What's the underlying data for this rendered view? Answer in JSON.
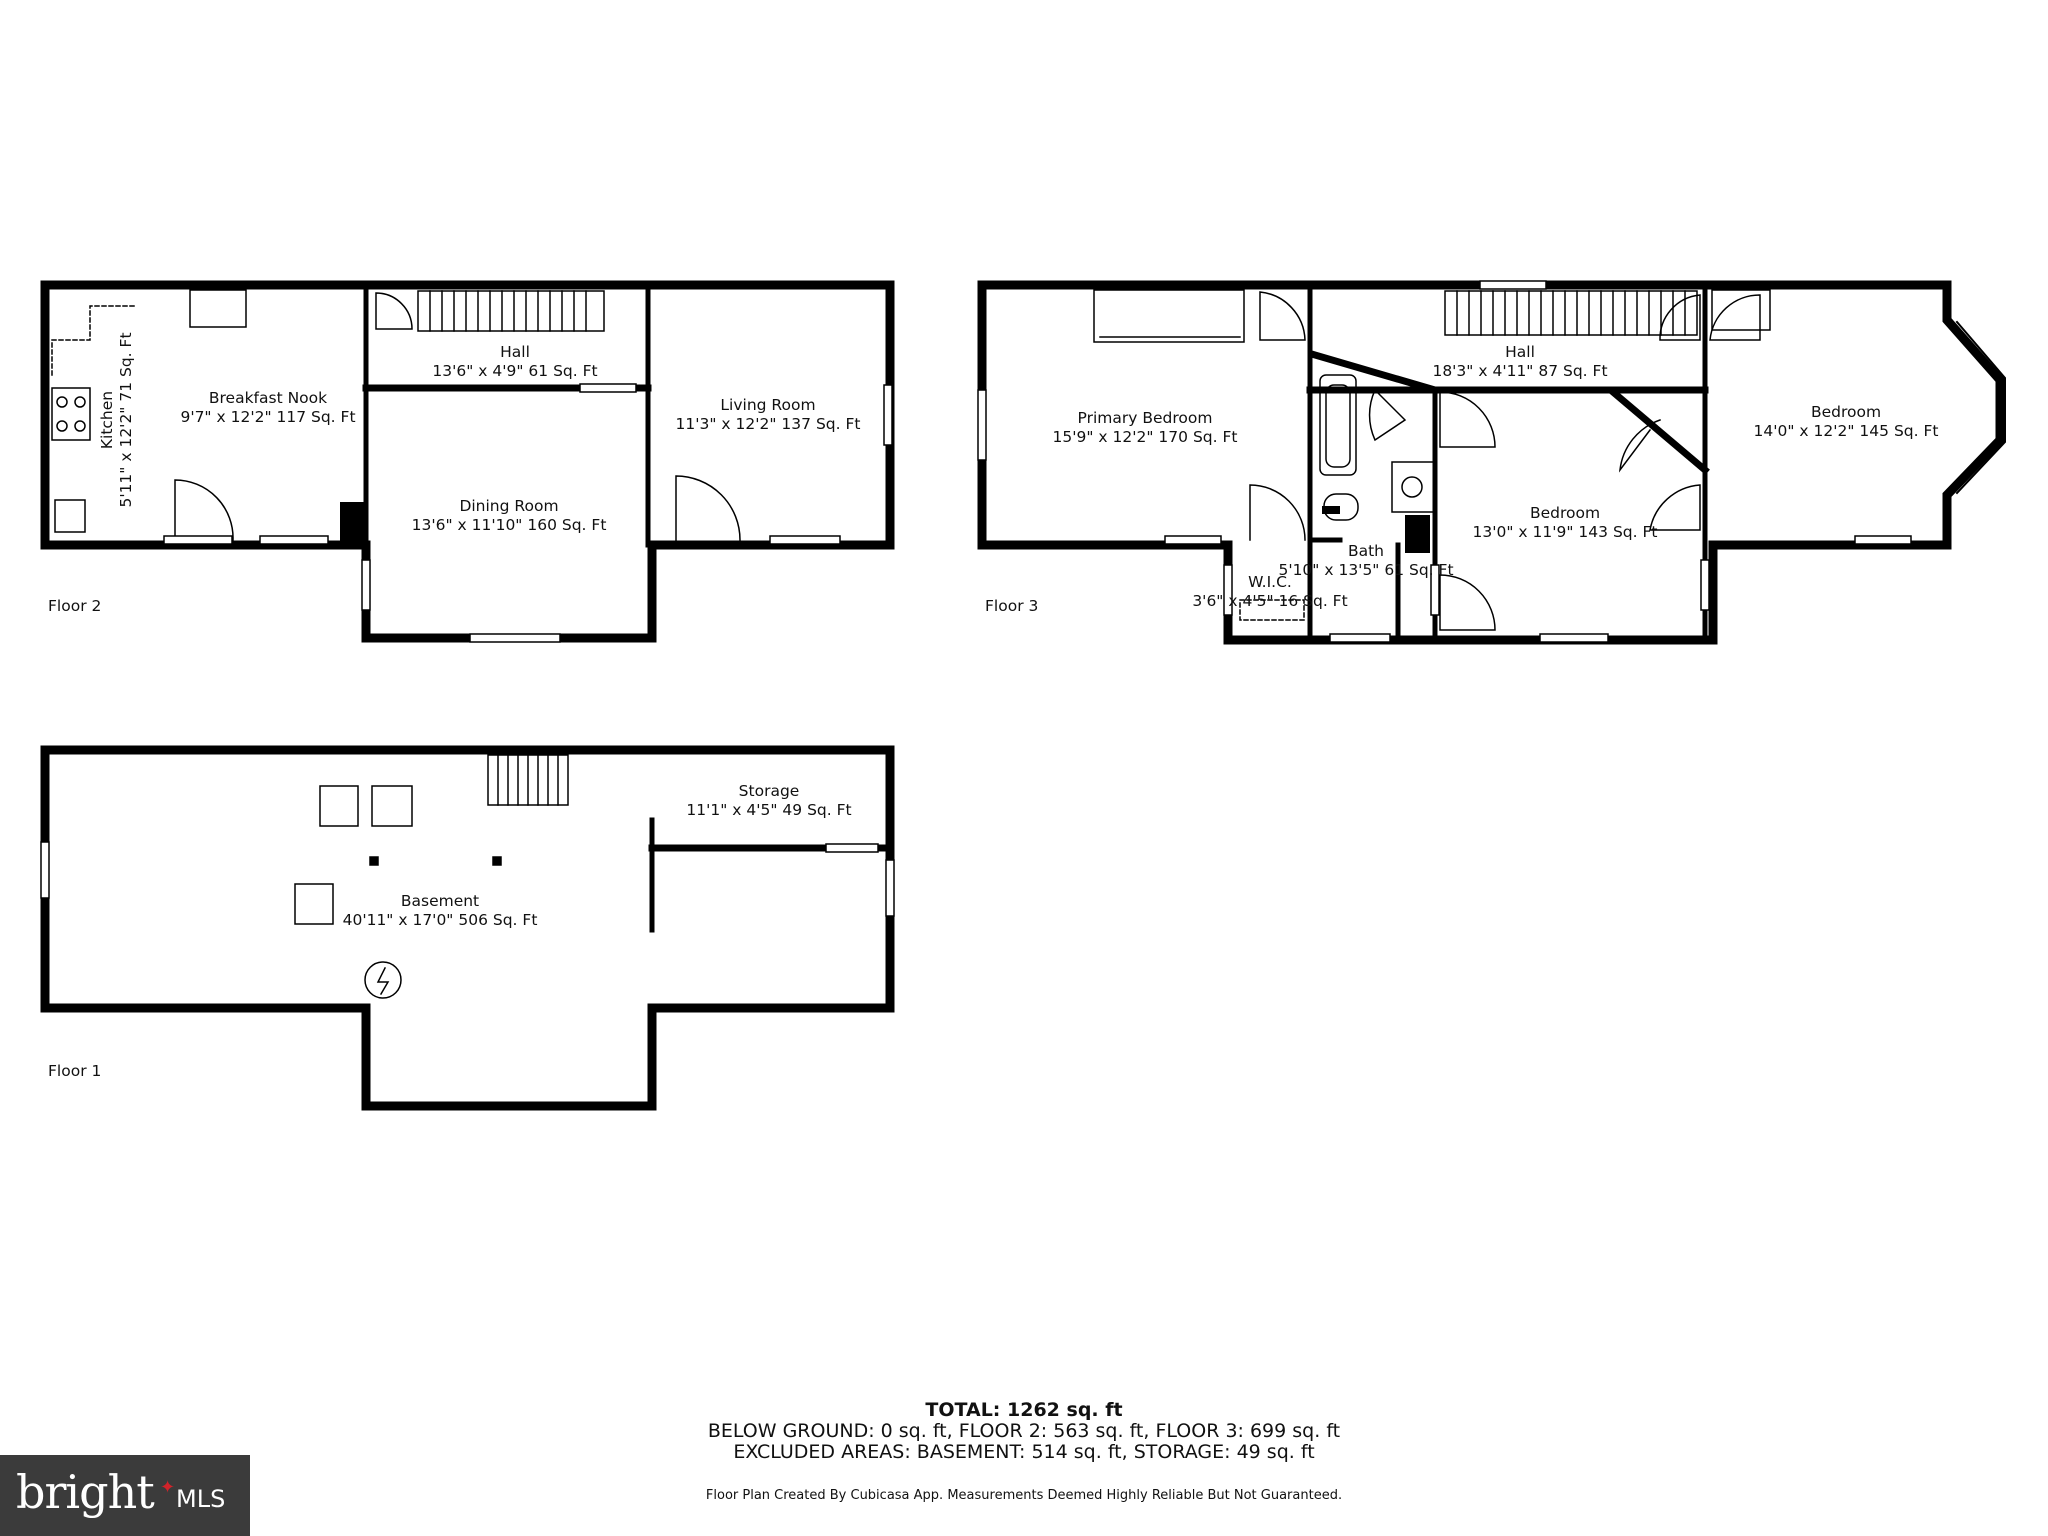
{
  "floors": [
    {
      "name": "Floor 2",
      "rooms": [
        {
          "name": "Kitchen",
          "dims": "5'11\" x 12'2\" 71 Sq. Ft"
        },
        {
          "name": "Breakfast Nook",
          "dims": "9'7\" x 12'2\" 117 Sq. Ft"
        },
        {
          "name": "Hall",
          "dims": "13'6\" x 4'9\" 61 Sq. Ft"
        },
        {
          "name": "Living Room",
          "dims": "11'3\" x 12'2\" 137 Sq. Ft"
        },
        {
          "name": "Dining Room",
          "dims": "13'6\" x 11'10\" 160 Sq. Ft"
        }
      ]
    },
    {
      "name": "Floor 3",
      "rooms": [
        {
          "name": "Primary Bedroom",
          "dims": "15'9\" x 12'2\" 170 Sq. Ft"
        },
        {
          "name": "Hall",
          "dims": "18'3\" x 4'11\" 87 Sq. Ft"
        },
        {
          "name": "Bedroom",
          "dims": "14'0\" x 12'2\" 145 Sq. Ft"
        },
        {
          "name": "Bedroom",
          "dims": "13'0\" x 11'9\" 143 Sq. Ft"
        },
        {
          "name": "Bath",
          "dims": "5'10\" x 13'5\" 61 Sq. Ft"
        },
        {
          "name": "W.I.C.",
          "dims": "3'6\" x 4'5\" 16 Sq. Ft"
        }
      ]
    },
    {
      "name": "Floor 1",
      "rooms": [
        {
          "name": "Storage",
          "dims": "11'1\" x 4'5\" 49 Sq. Ft"
        },
        {
          "name": "Basement",
          "dims": "40'11\" x 17'0\" 506 Sq. Ft"
        }
      ]
    }
  ],
  "summary": {
    "total": "TOTAL: 1262 sq. ft",
    "line1": "BELOW GROUND: 0 sq. ft, FLOOR 2: 563 sq. ft, FLOOR 3: 699 sq. ft",
    "line2": "EXCLUDED AREAS: BASEMENT: 514 sq. ft, STORAGE: 49 sq. ft"
  },
  "disclaimer": "Floor Plan Created By Cubicasa App. Measurements Deemed Highly Reliable But Not Guaranteed.",
  "logo": {
    "text": "bright MLS",
    "bg_color": "#3b3b3b",
    "accent_color": "#d2232a",
    "icon": "bright-mls-logo"
  },
  "wall_color": "#000000"
}
